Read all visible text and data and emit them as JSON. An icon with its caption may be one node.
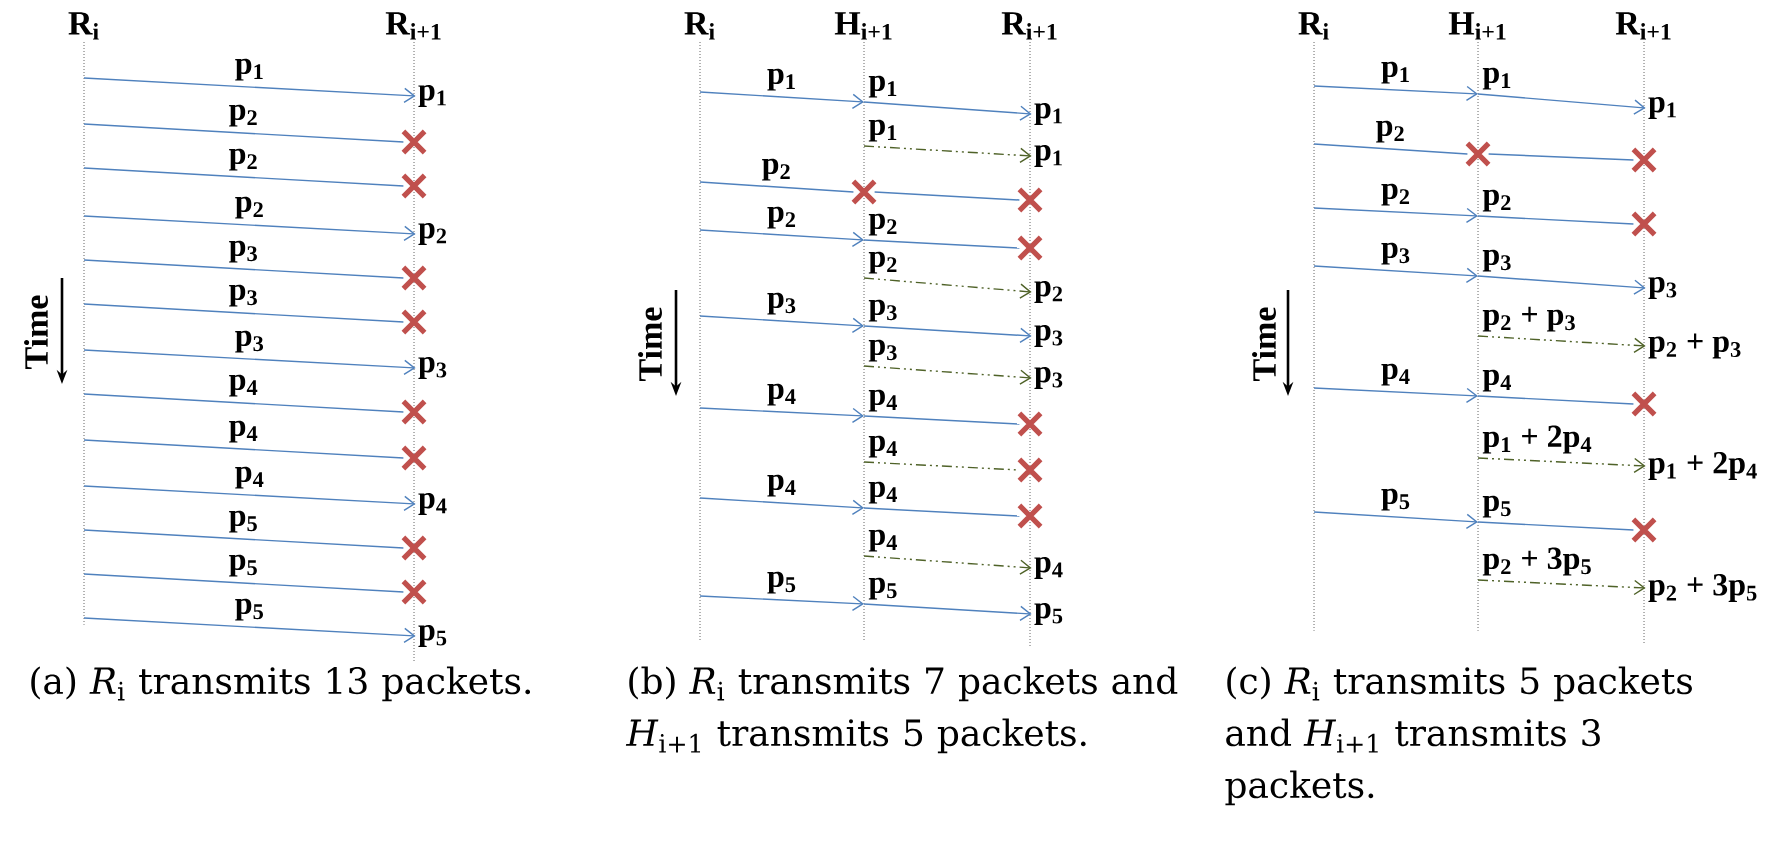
{
  "diagram": {
    "nodes": [
      {
        "text": [
          "R$_{i}$"
        ]
      },
      {
        "text": [
          "R$_{i+1}$"
        ]
      },
      {
        "text": [
          "p$_{1}$"
        ]
      },
      {
        "text": [],
        "shape": "cross",
        "in": 1
      },
      {
        "text": [],
        "shape": "cross",
        "in": 1
      },
      {
        "text": [
          "p$_{2}$"
        ]
      },
      {
        "text": [],
        "shape": "cross",
        "in": 1
      },
      {
        "text": [],
        "shape": "cross",
        "in": 1
      },
      {
        "text": [
          "p$_{3}$"
        ]
      },
      {
        "text": [],
        "shape": "cross",
        "in": 1
      },
      {
        "text": [],
        "shape": "cross",
        "in": 1
      },
      {
        "text": [
          "p$_{4}$"
        ]
      },
      {
        "text": [],
        "shape": "cross",
        "in": 1
      },
      {
        "text": [],
        "shape": "cross",
        "in": 1
      },
      {
        "text": [
          "p$_{5}$"
        ]
      },
      {
        "text": [
          "R$_{i}$"
        ]
      },
      {
        "text": [
          "H$_{i+1}$"
        ]
      },
      {
        "text": [
          "R$_{i+1}$"
        ]
      },
      {
        "text": [
          "p$_{1}$"
        ]
      },
      {
        "text": [
          "p$_{1}$"
        ]
      },
      {
        "text": [],
        "shape": "cross",
        "in": 16
      },
      {
        "text": [],
        "shape": "cross",
        "in": 17
      },
      {
        "text": [],
        "shape": "cross",
        "in": 17
      },
      {
        "text": [
          "p$_{2}$"
        ]
      },
      {
        "text": [
          "p$_{3}$"
        ]
      },
      {
        "text": [
          "p$_{3}$"
        ]
      },
      {
        "text": [],
        "shape": "cross",
        "in": 17
      },
      {
        "text": [],
        "shape": "cross",
        "in": 17
      },
      {
        "text": [],
        "shape": "cross",
        "in": 17
      },
      {
        "text": [
          "p$_{4}$"
        ]
      },
      {
        "text": [
          "p$_{5}$"
        ]
      },
      {
        "text": [
          "R$_{i}$"
        ]
      },
      {
        "text": [
          "H$_{i+1}$"
        ]
      },
      {
        "text": [
          "R$_{i+1}$"
        ]
      },
      {
        "text": [
          "p$_{1}$"
        ]
      },
      {
        "text": [],
        "shape": "cross",
        "in": 32
      },
      {
        "text": [],
        "shape": "cross",
        "in": 33
      },
      {
        "text": [],
        "shape": "cross",
        "in": 33
      },
      {
        "text": [
          "p$_{3}$"
        ]
      },
      {
        "text": [
          "p$_{2}$ + p$_{3}$"
        ]
      },
      {
        "text": [],
        "shape": "cross",
        "in": 33
      },
      {
        "text": [
          "p$_{1}$ + 2p$_{4}$"
        ]
      },
      {
        "text": [],
        "shape": "cross",
        "in": 33
      },
      {
        "text": [
          "p$_{2}$ + 3p$_{5}$"
        ]
      }
    ],
    "edges": [
      {
        "from": 0,
        "to": 2,
        "arrow": "to",
        "label": "p$_{1}$"
      },
      {
        "from": 0,
        "to": 3,
        "arrow": "none",
        "label": "p$_{2}$"
      },
      {
        "from": 0,
        "to": 4,
        "arrow": "none",
        "label": "p$_{2}$"
      },
      {
        "from": 0,
        "to": 5,
        "arrow": "to",
        "label": "p$_{2}$"
      },
      {
        "from": 0,
        "to": 6,
        "arrow": "none",
        "label": "p$_{3}$"
      },
      {
        "from": 0,
        "to": 7,
        "arrow": "none",
        "label": "p$_{3}$"
      },
      {
        "from": 0,
        "to": 8,
        "arrow": "to",
        "label": "p$_{3}$"
      },
      {
        "from": 0,
        "to": 9,
        "arrow": "none",
        "label": "p$_{4}$"
      },
      {
        "from": 0,
        "to": 10,
        "arrow": "none",
        "label": "p$_{4}$"
      },
      {
        "from": 0,
        "to": 11,
        "arrow": "to",
        "label": "p$_{4}$"
      },
      {
        "from": 0,
        "to": 12,
        "arrow": "none",
        "label": "p$_{5}$"
      },
      {
        "from": 0,
        "to": 13,
        "arrow": "none",
        "label": "p$_{5}$"
      },
      {
        "from": 0,
        "to": 14,
        "arrow": "to",
        "label": "p$_{5}$"
      },
      {
        "from": 15,
        "to": 16,
        "arrow": "to",
        "label": "p$_{1}$"
      },
      {
        "from": 16,
        "to": 18,
        "arrow": "to",
        "label": "p$_{1}$"
      },
      {
        "from": 16,
        "to": 19,
        "arrow": "to",
        "label": "p$_{1}$",
        "style": "dashed",
        "color": "#4f6228"
      },
      {
        "from": 15,
        "to": 20,
        "arrow": "none",
        "label": "p$_{2}$"
      },
      {
        "from": 20,
        "to": 21,
        "arrow": "none"
      },
      {
        "from": 15,
        "to": 16,
        "arrow": "to",
        "label": "p$_{2}$"
      },
      {
        "from": 16,
        "to": 22,
        "arrow": "none",
        "label": "p$_{2}$"
      },
      {
        "from": 16,
        "to": 23,
        "arrow": "to",
        "label": "p$_{2}$",
        "style": "dashed",
        "color": "#4f6228"
      },
      {
        "from": 15,
        "to": 16,
        "arrow": "to",
        "label": "p$_{3}$"
      },
      {
        "from": 16,
        "to": 24,
        "arrow": "to",
        "label": "p$_{3}$"
      },
      {
        "from": 16,
        "to": 25,
        "arrow": "to",
        "label": "p$_{3}$",
        "style": "dashed",
        "color": "#4f6228"
      },
      {
        "from": 15,
        "to": 16,
        "arrow": "to",
        "label": "p$_{4}$"
      },
      {
        "from": 16,
        "to": 26,
        "arrow": "none",
        "label": "p$_{4}$"
      },
      {
        "from": 16,
        "to": 27,
        "arrow": "none",
        "label": "p$_{4}$",
        "style": "dashed",
        "color": "#4f6228"
      },
      {
        "from": 15,
        "to": 16,
        "arrow": "to",
        "label": "p$_{4}$"
      },
      {
        "from": 16,
        "to": 28,
        "arrow": "none",
        "label": "p$_{4}$"
      },
      {
        "from": 16,
        "to": 29,
        "arrow": "to",
        "label": "p$_{4}$",
        "style": "dashed",
        "color": "#4f6228"
      },
      {
        "from": 15,
        "to": 16,
        "arrow": "to",
        "label": "p$_{5}$"
      },
      {
        "from": 16,
        "to": 30,
        "arrow": "to",
        "label": "p$_{5}$"
      },
      {
        "from": 31,
        "to": 32,
        "arrow": "to",
        "label": "p$_{1}$"
      },
      {
        "from": 32,
        "to": 34,
        "arrow": "to",
        "label": "p$_{1}$"
      },
      {
        "from": 31,
        "to": 35,
        "arrow": "none",
        "label": "p$_{2}$"
      },
      {
        "from": 35,
        "to": 36,
        "arrow": "none"
      },
      {
        "from": 31,
        "to": 32,
        "arrow": "to",
        "label": "p$_{2}$"
      },
      {
        "from": 32,
        "to": 37,
        "arrow": "none",
        "label": "p$_{2}$"
      },
      {
        "from": 31,
        "to": 32,
        "arrow": "to",
        "label": "p$_{3}$"
      },
      {
        "from": 32,
        "to": 38,
        "arrow": "to",
        "label": "p$_{3}$"
      },
      {
        "from": 32,
        "to": 39,
        "arrow": "to",
        "label": "p$_{2}$ + p$_{3}$",
        "style": "dashed",
        "color": "#4f6228"
      },
      {
        "from": 31,
        "to": 32,
        "arrow": "to",
        "label": "p$_{4}$"
      },
      {
        "from": 32,
        "to": 40,
        "arrow": "none",
        "label": "p$_{4}$"
      },
      {
        "from": 32,
        "to": 41,
        "arrow": "to",
        "label": "p$_{1}$ + 2p$_{4}$",
        "style": "dashed",
        "color": "#4f6228"
      },
      {
        "from": 31,
        "to": 32,
        "arrow": "to",
        "label": "p$_{5}$"
      },
      {
        "from": 32,
        "to": 42,
        "arrow": "none",
        "label": "p$_{5}$"
      },
      {
        "from": 32,
        "to": 43,
        "arrow": "to",
        "label": "p$_{2}$ + 3p$_{5}$",
        "style": "dashed",
        "color": "#4f6228"
      }
    ],
    "labels": [
      "Time",
      "Time",
      "Time",
      "(a) *R*$_{i}$ transmits 13 packets.",
      "(b) *R*$_{i}$ transmits 7 packets and *H*$_{i+1}$ transmits 5 packets.",
      "(c) *R*$_{i}$ transmits 5 packets and *H*$_{i+1}$ transmits 3 packets."
    ]
  }
}
